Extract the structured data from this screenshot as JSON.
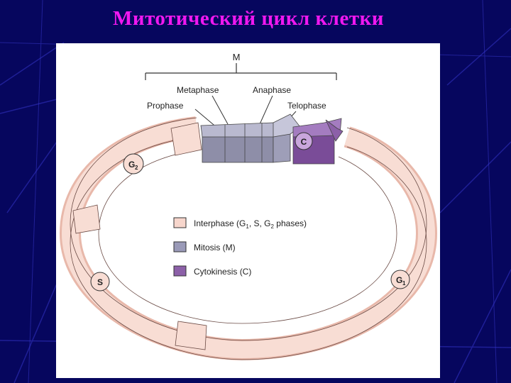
{
  "slide": {
    "title": "Митотический цикл клетки"
  },
  "diagram": {
    "top_label": "M",
    "mitosis_phases": [
      "Prophase",
      "Metaphase",
      "Anaphase",
      "Telophase"
    ],
    "stage_markers": {
      "g2": "G",
      "g2_sub": "2",
      "s": "S",
      "g1": "G",
      "g1_sub": "1",
      "c": "C"
    },
    "legend": [
      {
        "key": "interphase",
        "text": "Interphase (G",
        "sub1": "1",
        "mid": ", S, G",
        "sub2": "2",
        "end": " phases)",
        "color": "#f7d6cc"
      },
      {
        "key": "mitosis",
        "text": "Mitosis (M)",
        "color": "#9a9ab8"
      },
      {
        "key": "cytokinesis",
        "text": "Cytokinesis (C)",
        "color": "#8c60a8"
      }
    ],
    "colors": {
      "interphase_top": "#f8ddd4",
      "interphase_side": "#e8b8aa",
      "mitosis_top": "#b9b9cf",
      "mitosis_side": "#8e8ea8",
      "cytokinesis_top": "#a47cc0",
      "cytokinesis_side": "#7a4c98"
    }
  }
}
